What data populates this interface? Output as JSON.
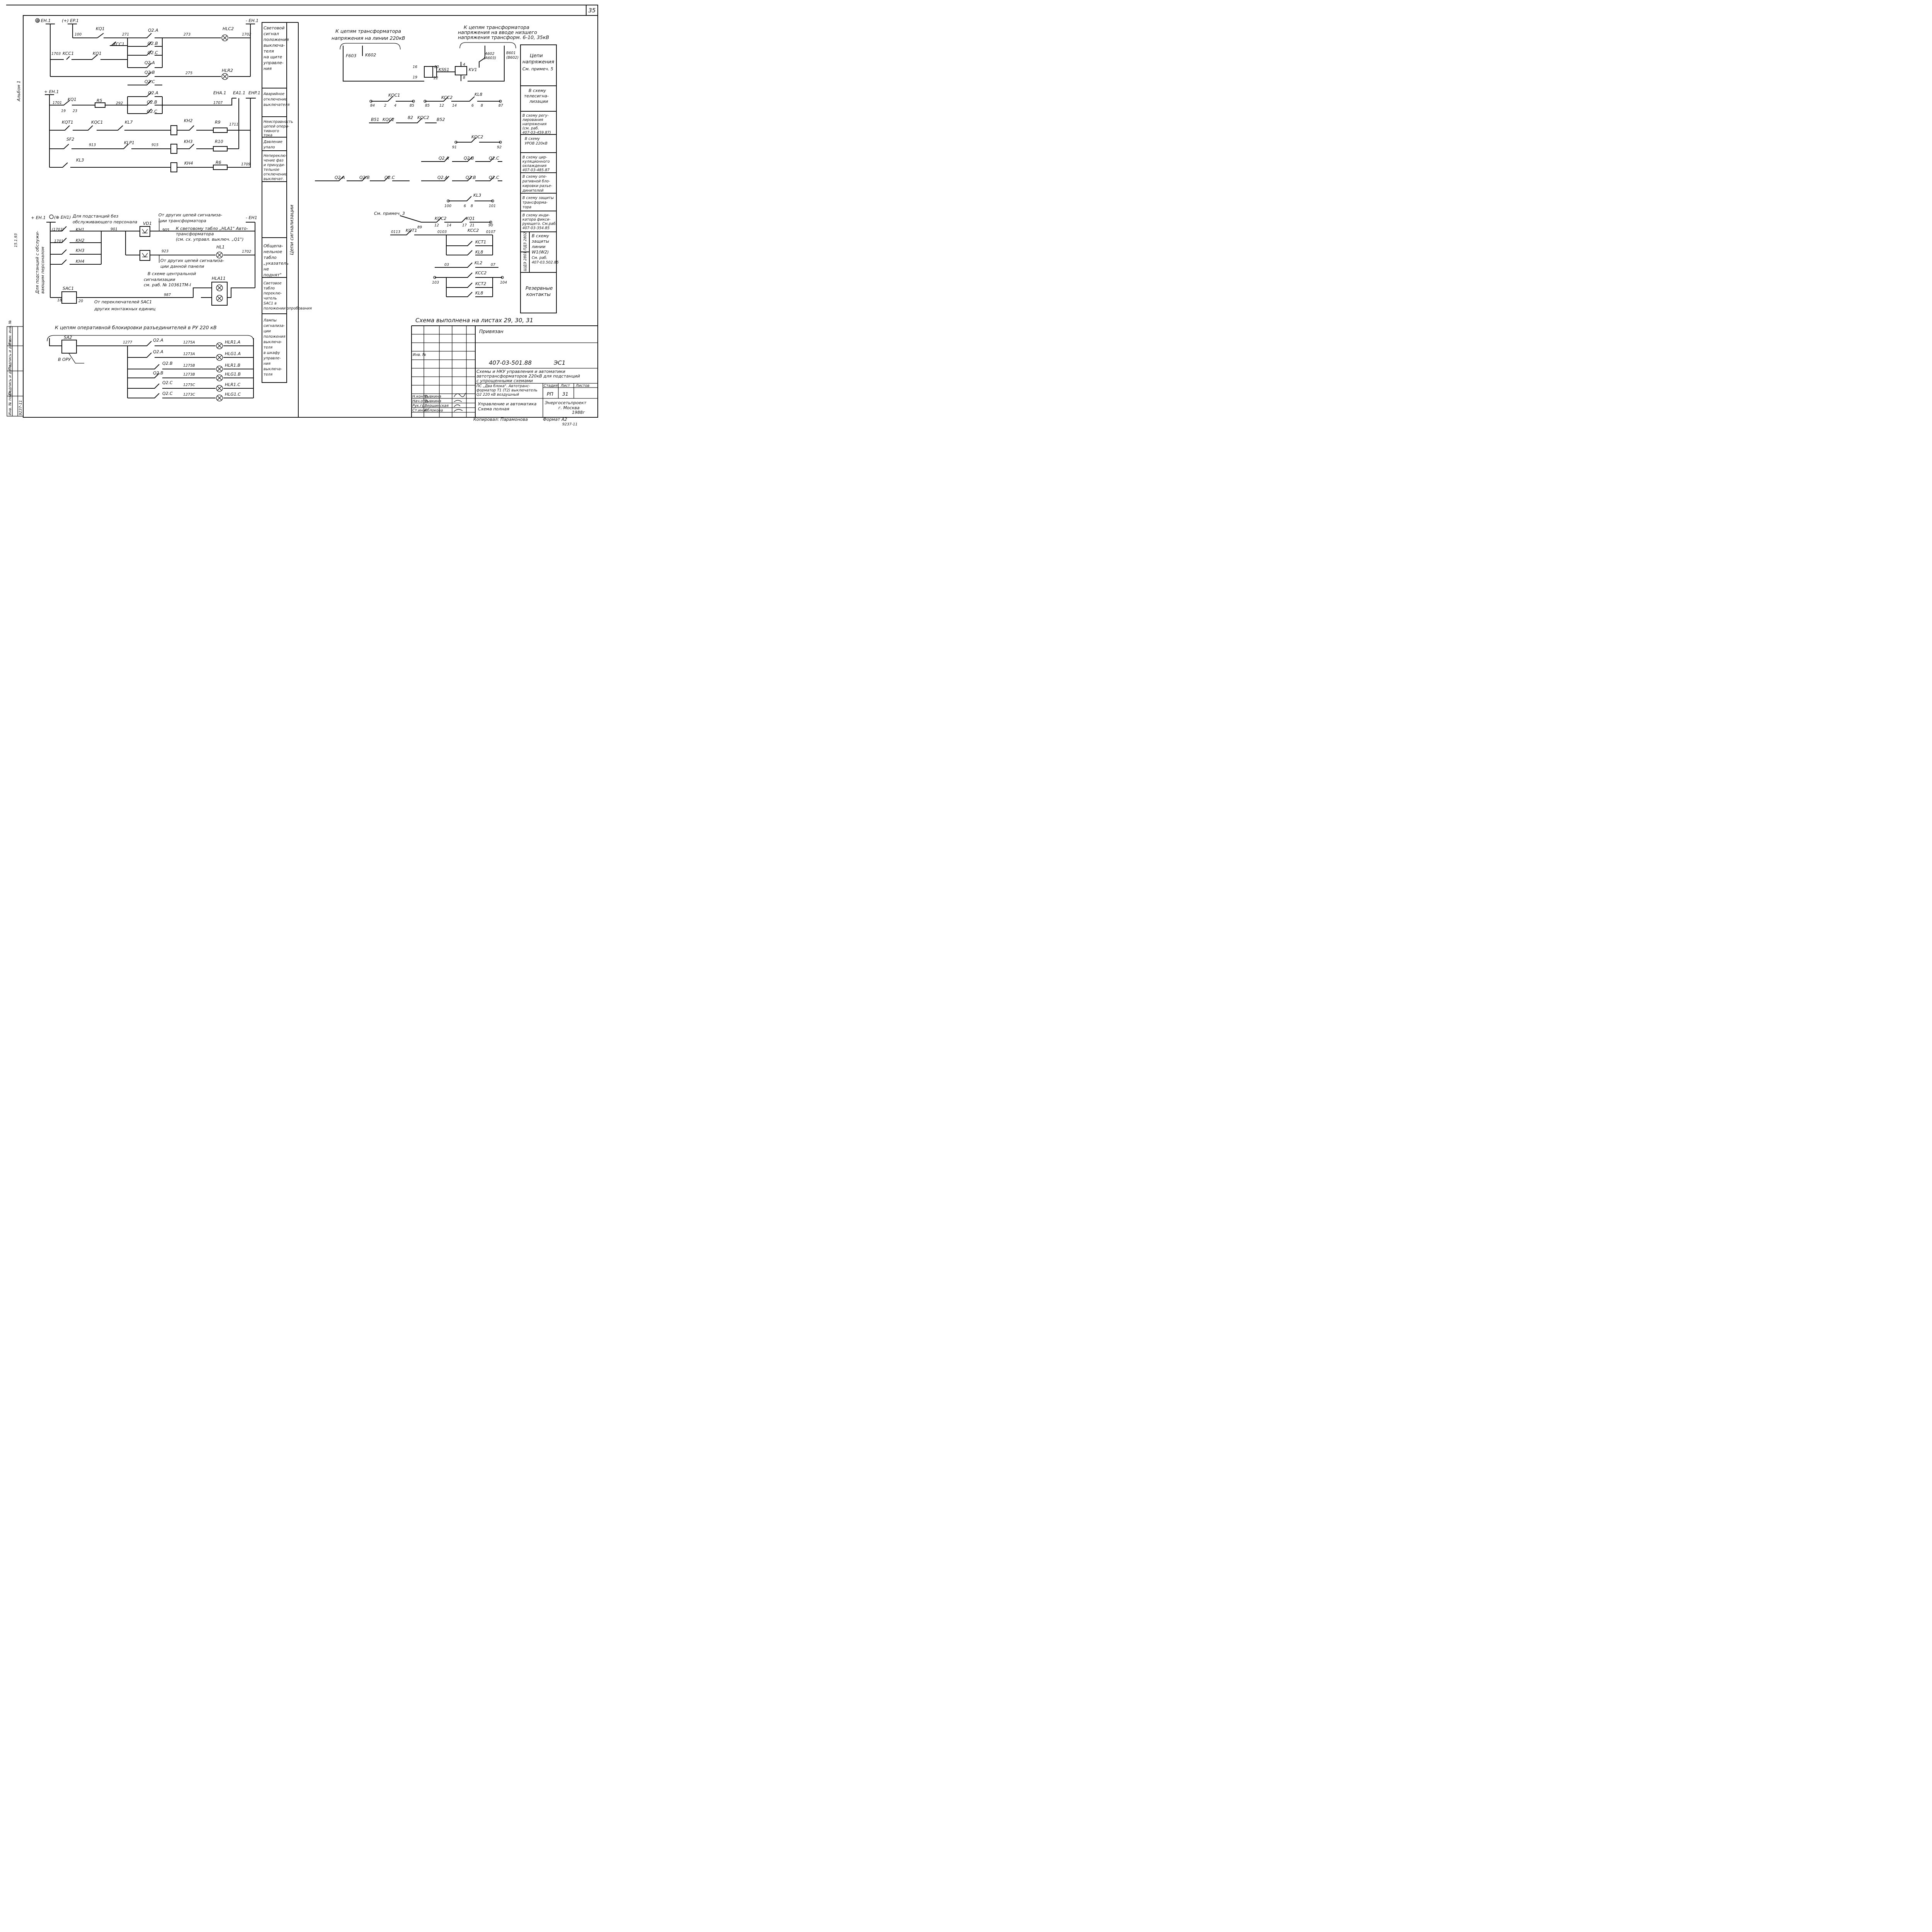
{
  "frame": {
    "sheet_number": "35",
    "album": "Альбом 1"
  },
  "margin_stamp": [
    "Взам. инв. №",
    "Подпись и дата",
    "Подпись и дата",
    "Инв. № подл.",
    "9237-11"
  ],
  "margin_handwritten": "15.1.93",
  "top_left": {
    "bus_left": "⊕ EH.1",
    "bus_mid": "(+) EP.1",
    "bus_right": "- EH.1",
    "w100": "100",
    "kq1": "KQ1",
    "w271": "271",
    "q2a": "Q2.A",
    "w273": "273",
    "hlc2": "HLC2",
    "w1702": "1702",
    "q2b": "Q2.B",
    "q2c": "Q2.C",
    "kcc1": "KCC1",
    "w1703": "1703",
    "kcc1b": "KCC1",
    "kq1b": "KQ1",
    "q2a2": "Q2.A",
    "q2b2": "Q2.B",
    "q2c2": "Q2.C",
    "w275": "275",
    "hlr2": "HLR2"
  },
  "emergency": {
    "bus_left": "+ EH.1",
    "w1701": "1701",
    "kq1": "KQ1",
    "c19": "19",
    "c23": "23",
    "r5": "R5",
    "w292": "292",
    "q2a": "Q2.A",
    "q2b": "Q2.B",
    "q2c": "Q2.C",
    "eha1": "EHA.1",
    "ea11": "EA1.1",
    "ehp1": "EHP.1",
    "w1707": "1707",
    "kqt1": "KQT1",
    "kqc1": "KQC1",
    "kl7": "KL7",
    "kh2": "KH2",
    "r9": "R9",
    "w1711": "1711",
    "sf2": "SF2",
    "w913": "913",
    "klp1": "KLP1",
    "w915": "915",
    "kh3": "KH3",
    "r10": "R10",
    "kl3": "KL3",
    "kh4": "KH4",
    "r6": "R6",
    "w1709": "1709"
  },
  "general": {
    "bus_left": "+ EH.1",
    "bus_plus_eh1": "(⊕ EH1)",
    "note_no_staff_1": "Для подстанций без",
    "note_no_staff_2": "обслуживающего персонала",
    "note_staff_1": "Для подстанций с обслужи-",
    "note_staff_2": "вающим персоналом",
    "w1703": "(1703)",
    "w1701": "1701",
    "kh1": "KH1",
    "kh2": "KH2",
    "kh3": "KH3",
    "kh4": "KH4",
    "w901": "901",
    "vd1": "VD1",
    "other_1a": "От других цепей сигнализа-",
    "other_1b": "ции трансформатора",
    "w905": "905",
    "tablo_1": "К световому табло „HLA1\" Авто-",
    "tablo_2": "трансформатора",
    "tablo_3": "(см. сх. управл. выключ. „Q1\")",
    "bus_right": "- EH1",
    "w923": "923",
    "hl1": "HL1",
    "w1702": "1702",
    "other_2a": "От других цепей сигнализа-",
    "other_2b": "ции данной панели",
    "central_1": "В схеме центральной",
    "central_2": "сигнализации",
    "central_3": "см. раб. № 10361ТМ-I",
    "hla11": "HLA11",
    "sac1": "SAC1",
    "c18": "18",
    "c20": "20",
    "switch_1": "От переключателей   SAC1",
    "switch_2": "других монтажных единиц",
    "w987": "987"
  },
  "interlock": {
    "title": "К цепям оперативной блокировки разъединителей в РУ 220 кВ",
    "sa2": "SA2",
    "oru": "В ОРУ",
    "w1277": "1277",
    "q2a_1": "Q2.A",
    "q2a_2": "Q2.A",
    "q2b_1": "Q2.B",
    "q2b_2": "Q2.B",
    "q2c_1": "Q2.C",
    "q2c_2": "Q2.C",
    "w1275a": "1275A",
    "w1273a": "1273A",
    "w1275b": "1275B",
    "w1273b": "1273B",
    "w1275c": "1275C",
    "w1273c": "1273C",
    "hlr1a": "HLR1.A",
    "hlg1a": "HLG1.A",
    "hlr1b": "HLR1.B",
    "hlg1b": "HLG1.B",
    "hlr1c": "HLR1.C",
    "hlg1c": "HLG1.C"
  },
  "legend_left": [
    [
      "Световой",
      "сигнал",
      "положения",
      "выключа-",
      "теля",
      "на щите",
      "управле-",
      "ния"
    ],
    [
      "Аварийное",
      "отключение",
      "выключателя"
    ],
    [
      "Неисправность",
      "цепей опера-",
      "тивного",
      "тока"
    ],
    [
      "Давление",
      "упало"
    ],
    [
      "Непереклю-",
      "чение фаз",
      "и принуди-",
      "тельное",
      "отключение",
      "выключат."
    ],
    [
      "Общепа-",
      "нельное",
      "табло",
      "„указатель",
      "не",
      "поднят\""
    ],
    [
      "Световое",
      "табло",
      "переклю-",
      "чатель",
      "SAC1 в",
      "положении опробования"
    ],
    [
      "Лампы",
      "сигнализа-",
      "ции",
      "положения",
      "выключа-",
      "теля",
      "в шкафу",
      "управле-",
      "ния",
      "выключа-",
      "теля"
    ]
  ],
  "legend_left_vertical": "Цепи сигнализации",
  "voltage": {
    "to_vt_1": "К цепям трансформатора",
    "to_vt_2": "напряжения на линии 220кВ",
    "to_tr_1": "К цепям трансформатора",
    "to_tr_2": "напряжения на вводе низшего",
    "to_tr_3": "напряжения трансформ. 6-10, 35кВ",
    "f603": "F603",
    "k602": "K602",
    "a602": "A602",
    "a603": "(A603)",
    "b601": "B601",
    "b602": "(B602)",
    "c16": "16",
    "c20": "20",
    "kss1": "KSS1",
    "c19": "19",
    "c22": "22",
    "c4": "4",
    "kv1": "KV1",
    "c8": "8"
  },
  "contacts": {
    "kqc1": "KQC1",
    "n84": "84",
    "n2": "2",
    "n4": "4",
    "n85a": "85",
    "kcc2": "KCC2",
    "kl8": "KL8",
    "n85b": "85",
    "n12": "12",
    "n14": "14",
    "n6": "6",
    "n8": "8",
    "n87": "87",
    "b51": "B51",
    "kqc2a": "KQC2",
    "n82": "82",
    "kqc2b": "KQC2",
    "b52": "B52",
    "kqc2c": "KQC2",
    "n91": "91",
    "n92": "92",
    "q2a_r1": "Q2.A",
    "q2b_r1": "Q2.B",
    "q2c_r1": "Q2.C",
    "q2a_r2": "Q2.A",
    "q2b_r2": "Q2.B",
    "q2c_r2": "Q2.C",
    "q2a_l": "Q2.A",
    "q2b_l": "Q2.B",
    "q2c_l": "Q2.C",
    "kl3": "KL3",
    "n100": "100",
    "n6b": "6",
    "n8b": "8",
    "n101": "101",
    "see_note": "См. примеч. 3",
    "kqc2d": "KQC2",
    "kq1": "KQ1",
    "n89": "89",
    "n12b": "12",
    "n14b": "14",
    "n17": "17",
    "n21": "21",
    "n90": "90",
    "w0113": "0113",
    "kqt1": "KQT1",
    "w0103": "0103",
    "kcc2b": "KCC2",
    "w0107": "0107",
    "kct1": "KCT1",
    "kl8b": "KL8",
    "w03": "03",
    "kl2": "KL2",
    "w07": "07",
    "kcc2c": "KCC2",
    "n103": "103",
    "n104": "104",
    "kct2": "KCT2",
    "kl8c": "KL8"
  },
  "legend_right": [
    [
      "Цепи",
      "напряжения",
      "См. примеч. 5"
    ],
    [
      "В схему",
      "телесигна-",
      "лизации"
    ],
    [
      "В схему регу-",
      "лирования",
      "напряжения",
      "(см. раб.",
      "407-03-459.87)"
    ],
    [
      "В схему",
      "УРОВ 220кВ"
    ],
    [
      "В схему цир-",
      "куляционного",
      "охлаждения",
      "407-03-485.87"
    ],
    [
      "В схему опе-",
      "ративной бло-",
      "кировки разъе-",
      "динителей"
    ],
    [
      "В схему защиты",
      "трансформа-",
      "тора"
    ],
    [
      "В схему инди-",
      "катора фикси-",
      "рующего. См.раб.",
      "407-03-354.85"
    ],
    [
      "В схему",
      "защиты",
      "линии",
      "W1(W2)",
      "См. раб.",
      "407-03.502.85",
      "ПДЗ 2802",
      "ШДЭ 2801"
    ],
    [
      "Резервные",
      "контакты"
    ]
  ],
  "title_block": {
    "done_on": "Схема выполнена на листах 29, 30, 31",
    "privyazan": "Привязан",
    "inv_no": "Инв. №",
    "doc_code": "407-03-501.88",
    "sheet_code": "ЭС1",
    "title_1": "Схемы и НКУ управления и автоматики",
    "title_2": "автотрансформаторов 220кВ для подстанций",
    "title_3": "с упрощенными схемами",
    "subj_1": "ПС „Два блока\". Автотранс-",
    "subj_2": "форматор Т1 (Т2) выключатель",
    "subj_3": "Q2 220 кВ воздушный",
    "stage_label": "Стадия",
    "sheet_label": "Лист",
    "sheets_label": "Листов",
    "stage": "РП",
    "sheet": "31",
    "part_1": "Управление и автоматика",
    "part_2": "Схема полная",
    "org_1": "Энергосетьпроект",
    "org_2": "г. Москва",
    "org_3": "1988г",
    "roles": [
      "Н.контр",
      "Нач.отд.",
      "Рук.гр.",
      "Ст.инж."
    ],
    "names": [
      "Рывкина",
      "Рывкина",
      "Вершинская",
      "Яблокова"
    ],
    "copied": "Копировал: Парамонова",
    "format": "Формат А2",
    "bottom_num": "9237-11"
  }
}
